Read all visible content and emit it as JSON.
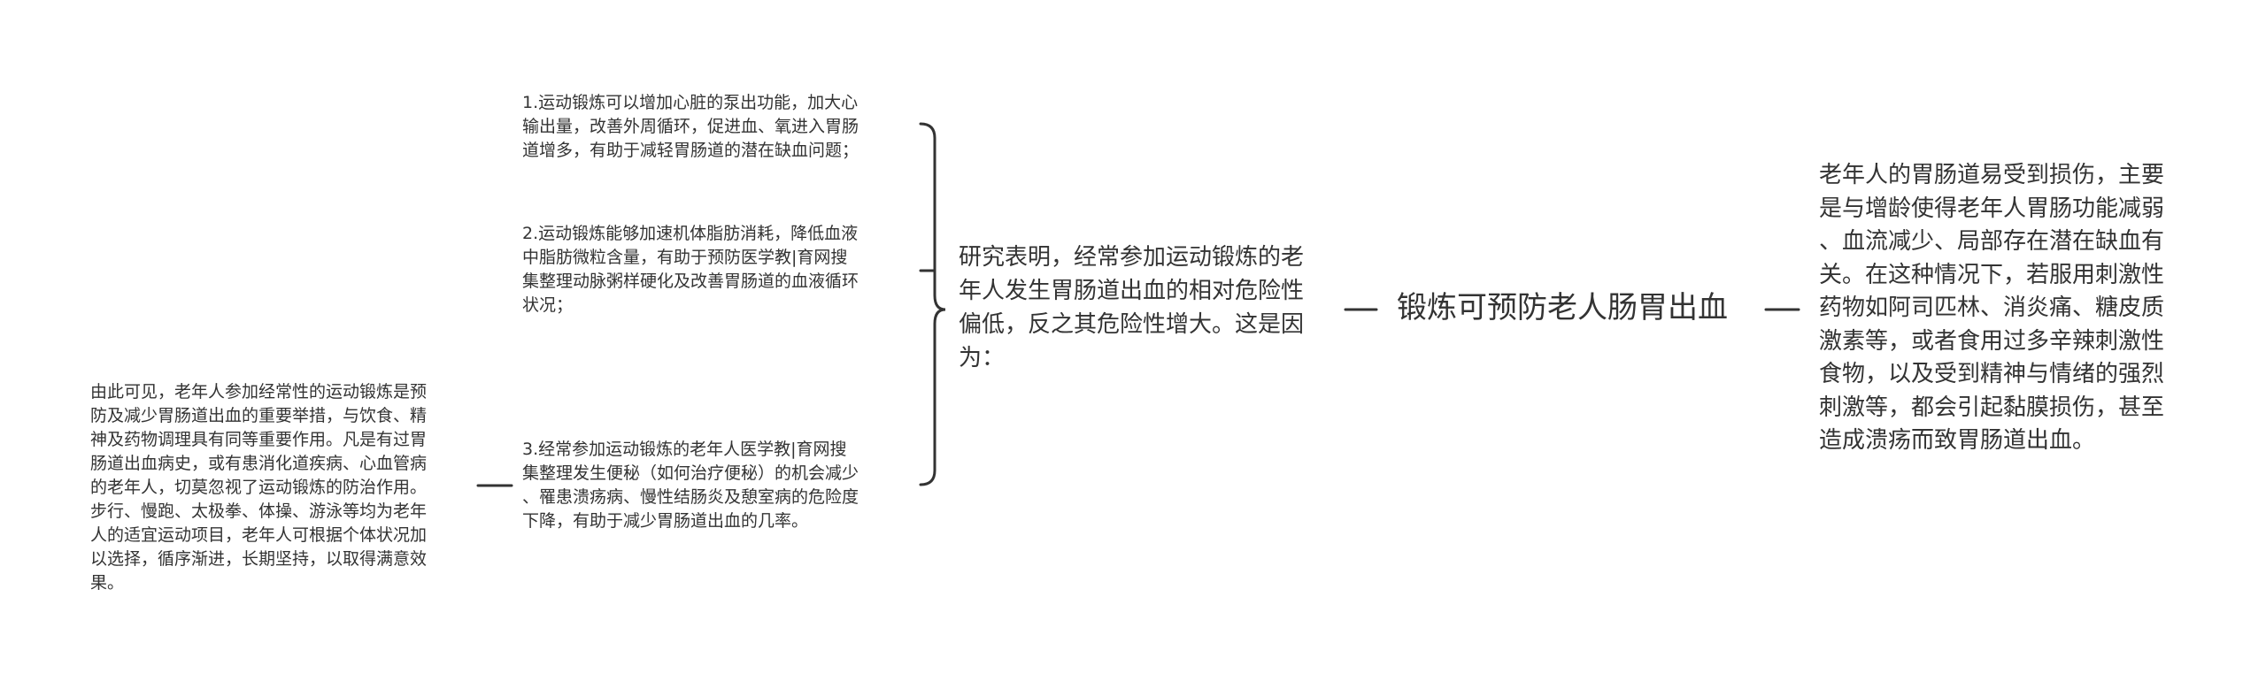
{
  "mindmap": {
    "center": {
      "label": "锻炼可预防老人肠胃出血"
    },
    "right_node": {
      "text": "老年人的胃肠道易受到损伤，主要\n是与增龄使得老年人胃肠功能减弱\n、血流减少、局部存在潜在缺血有\n关。在这种情况下，若服用刺激性\n药物如阿司匹林、消炎痛、糖皮质\n激素等，或者食用过多辛辣刺激性\n食物，以及受到精神与情绪的强烈\n刺激等，都会引起黏膜损伤，甚至\n造成溃疡而致胃肠道出血。"
    },
    "left_node": {
      "text": "研究表明，经常参加运动锻炼的老\n年人发生胃肠道出血的相对危险性\n偏低，反之其危险性增大。这是因\n为："
    },
    "branches": [
      {
        "text": "1.运动锻炼可以增加心脏的泵出功能，加大心\n输出量，改善外周循环，促进血、氧进入胃肠\n道增多，有助于减轻胃肠道的潜在缺血问题；"
      },
      {
        "text": "2.运动锻炼能够加速机体脂肪消耗，降低血液\n中脂肪微粒含量，有助于预防医学教|育网搜\n集整理动脉粥样硬化及改善胃肠道的血液循环\n状况；"
      },
      {
        "text": "3.经常参加运动锻炼的老年人医学教|育网搜\n集整理发生便秘（如何治疗便秘）的机会减少\n、罹患溃疡病、慢性结肠炎及憩室病的危险度\n下降，有助于减少胃肠道出血的几率。"
      }
    ],
    "conclusion": {
      "text": "由此可见，老年人参加经常性的运动锻炼是预\n防及减少胃肠道出血的重要举措，与饮食、精\n神及药物调理具有同等重要作用。凡是有过胃\n肠道出血病史，或有患消化道疾病、心血管病\n的老年人，切莫忽视了运动锻炼的防治作用。\n步行、慢跑、太极拳、体操、游泳等均为老年\n人的适宜运动项目，老年人可根据个体状况加\n以选择，循序渐进，长期坚持，以取得满意效\n果。"
    },
    "line_color": "#333333"
  }
}
